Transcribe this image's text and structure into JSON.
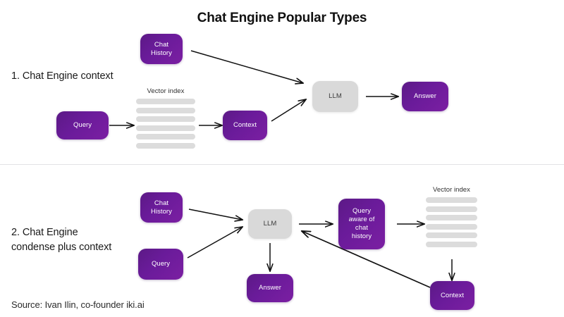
{
  "slide": {
    "title": "Chat Engine Popular Types",
    "source": "Source: Ivan Ilin, co-founder iki.ai",
    "background_color": "#ffffff",
    "accent_purple": "#6a1b9a",
    "node_gray": "#d9d9d9",
    "bar_gray": "#dcdcdc",
    "divider_color": "#e3e3e5"
  },
  "sections": [
    {
      "label": "1. Chat Engine\ncontext",
      "nodes": [
        {
          "id": "s1-chat-history",
          "label": "Chat\nHistory",
          "style": "purple"
        },
        {
          "id": "s1-query",
          "label": "Query",
          "style": "purple"
        },
        {
          "id": "s1-context",
          "label": "Context",
          "style": "purple"
        },
        {
          "id": "s1-llm",
          "label": "LLM",
          "style": "gray"
        },
        {
          "id": "s1-answer",
          "label": "Answer",
          "style": "purple"
        }
      ],
      "vector_index": {
        "caption": "Vector index",
        "bar_count": 6
      },
      "edges": [
        {
          "from": "s1-chat-history",
          "to": "s1-llm"
        },
        {
          "from": "s1-query",
          "to": "s1-vector-index"
        },
        {
          "from": "s1-vector-index",
          "to": "s1-context"
        },
        {
          "from": "s1-context",
          "to": "s1-llm"
        },
        {
          "from": "s1-llm",
          "to": "s1-answer"
        }
      ]
    },
    {
      "label": "2. Chat Engine\ncondense plus\ncontext",
      "nodes": [
        {
          "id": "s2-chat-history",
          "label": "Chat\nHistory",
          "style": "purple"
        },
        {
          "id": "s2-query",
          "label": "Query",
          "style": "purple"
        },
        {
          "id": "s2-llm",
          "label": "LLM",
          "style": "gray"
        },
        {
          "id": "s2-query-aware",
          "label": "Query\naware of\nchat\nhistory",
          "style": "purple"
        },
        {
          "id": "s2-answer",
          "label": "Answer",
          "style": "purple"
        },
        {
          "id": "s2-context",
          "label": "Context",
          "style": "purple"
        }
      ],
      "vector_index": {
        "caption": "Vector index",
        "bar_count": 6
      },
      "edges": [
        {
          "from": "s2-chat-history",
          "to": "s2-llm"
        },
        {
          "from": "s2-query",
          "to": "s2-llm"
        },
        {
          "from": "s2-llm",
          "to": "s2-query-aware"
        },
        {
          "from": "s2-query-aware",
          "to": "s2-vector-index"
        },
        {
          "from": "s2-llm",
          "to": "s2-answer"
        },
        {
          "from": "s2-vector-index",
          "to": "s2-context"
        },
        {
          "from": "s2-context",
          "to": "s2-llm"
        }
      ]
    }
  ]
}
